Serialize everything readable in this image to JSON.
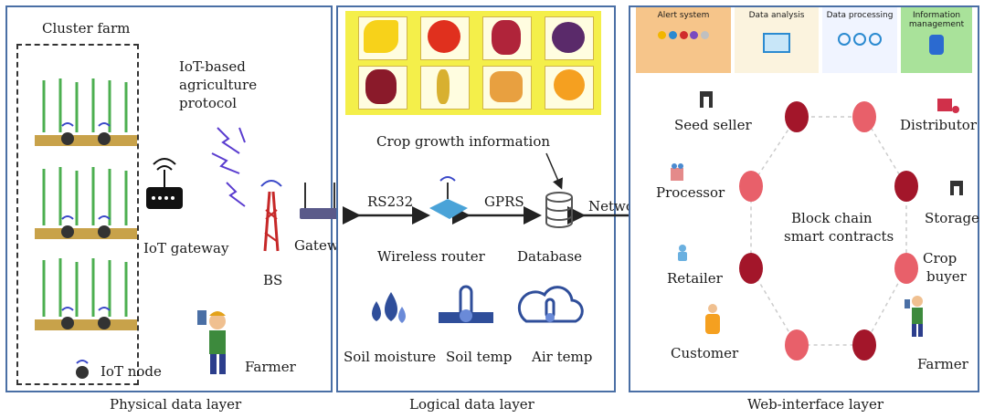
{
  "physical": {
    "caption": "Physical data layer",
    "cluster_farm": "Cluster farm",
    "protocol": [
      "IoT-based",
      "agriculture",
      "protocol"
    ],
    "iot_gateway": "IoT gateway",
    "bs": "BS",
    "gateway": "Gateway",
    "farmer": "Farmer",
    "iot_node": "IoT node"
  },
  "logical": {
    "caption": "Logical data layer",
    "crop_growth": "Crop growth information",
    "rs232": "RS232",
    "gprs": "GPRS",
    "wireless_router": "Wireless router",
    "database": "Database",
    "soil_moisture": "Soil moisture",
    "soil_temp": "Soil temp",
    "air_temp": "Air temp"
  },
  "network": "Network",
  "web": {
    "caption": "Web-interface layer",
    "tabs": [
      "Alert system",
      "Data analysis",
      "Data processing",
      "Information management"
    ],
    "seed_seller": "Seed seller",
    "distributor": "Distributor",
    "processor": "Processor",
    "storage": "Storage",
    "blockchain": [
      "Block chain",
      "smart contracts"
    ],
    "crop_buyer": [
      "Crop",
      "buyer"
    ],
    "retailer": "Retailer",
    "customer": "Customer",
    "farmer": "Farmer"
  },
  "colors": {
    "panel_border": "#4a6fa5",
    "node_dark": "#a3162a",
    "node_light": "#e8606a",
    "arrow": "#222222",
    "tab_orange": "#f6c58a",
    "tab_green": "#a9e29a"
  }
}
